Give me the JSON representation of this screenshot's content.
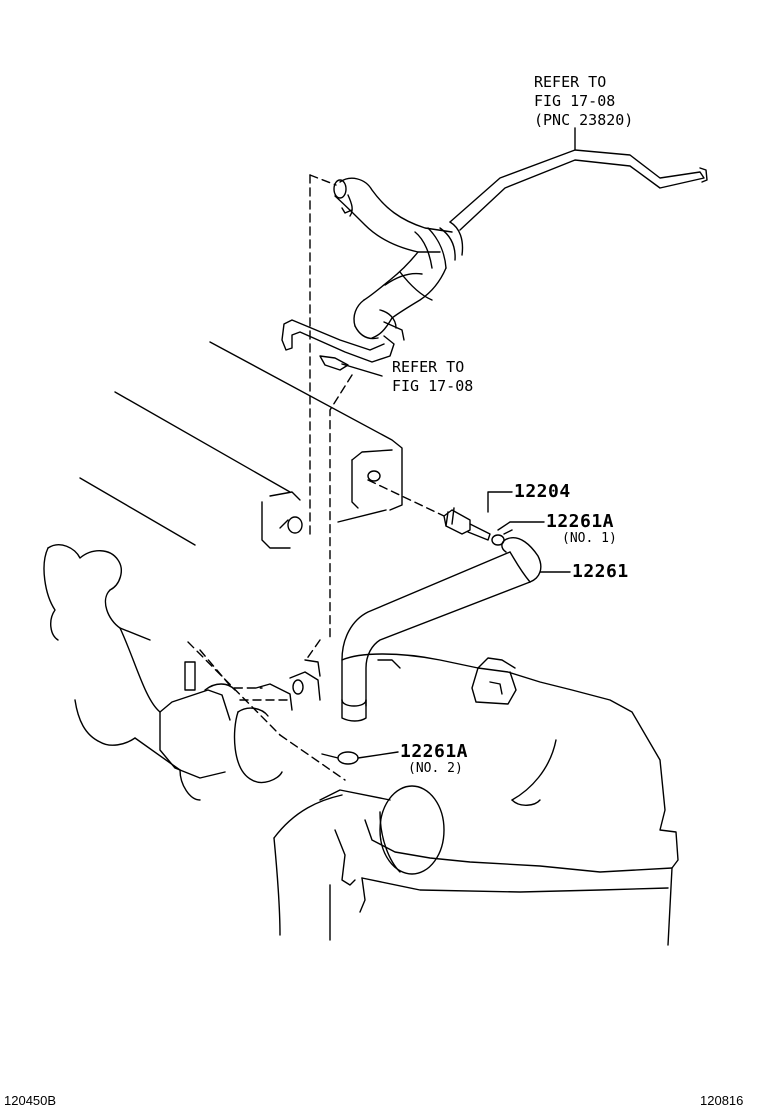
{
  "refer_top": {
    "line1": "REFER TO",
    "line2": "FIG 17-08",
    "line3": "(PNC 23820)"
  },
  "refer_mid": {
    "line1": "REFER TO",
    "line2": "FIG 17-08"
  },
  "parts": [
    {
      "number": "12204",
      "sub": ""
    },
    {
      "number": "12261A",
      "sub": "(NO. 1)"
    },
    {
      "number": "12261",
      "sub": ""
    },
    {
      "number": "12261A",
      "sub": "(NO. 2)"
    }
  ],
  "footer": {
    "left_code": "120450B",
    "right_code": "120816"
  }
}
